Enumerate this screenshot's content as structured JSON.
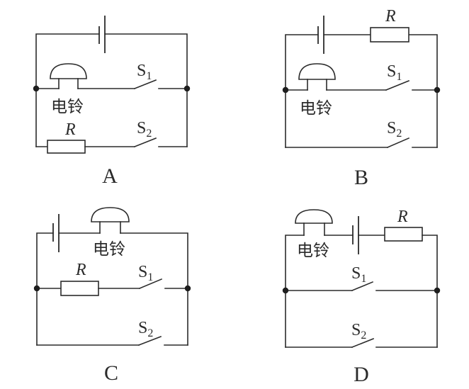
{
  "figure": {
    "type": "circuit-diagram-options",
    "colors": {
      "line": "#2b2b2b",
      "background": "#ffffff"
    },
    "components_legend": {
      "bell": "电铃",
      "resistor": "R",
      "switch_1": "S",
      "switch_1_sub": "1",
      "switch_2": "S",
      "switch_2_sub": "2"
    },
    "options": [
      {
        "label": "A",
        "bell_label": "电铃",
        "resistor_label": "R",
        "s1": "S",
        "s1_sub": "1",
        "s2": "S",
        "s2_sub": "2",
        "description": "Battery in top branch; bell in series with S1 in middle branch; R in series with S2 in bottom branch; middle and bottom branches in parallel."
      },
      {
        "label": "B",
        "bell_label": "电铃",
        "resistor_label": "R",
        "s1": "S",
        "s1_sub": "1",
        "s2": "S",
        "s2_sub": "2",
        "description": "Battery and R in series in top branch; bell in series with S1 in middle branch; S2 alone in bottom branch."
      },
      {
        "label": "C",
        "bell_label": "电铃",
        "resistor_label": "R",
        "s1": "S",
        "s1_sub": "1",
        "s2": "S",
        "s2_sub": "2",
        "description": "Battery and bell in series in top branch; R in series with S1 in middle branch; S2 alone in bottom branch."
      },
      {
        "label": "D",
        "bell_label": "电铃",
        "resistor_label": "R",
        "s1": "S",
        "s1_sub": "1",
        "s2": "S",
        "s2_sub": "2",
        "description": "Bell, battery and R in series in top branch; S1 alone in middle branch; S2 alone in bottom branch."
      }
    ]
  }
}
